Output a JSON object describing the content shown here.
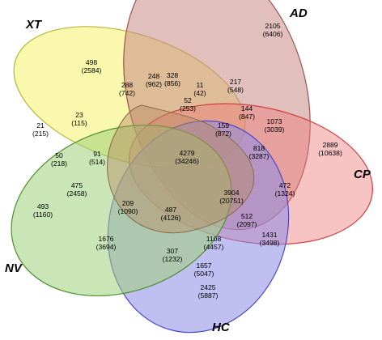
{
  "sets": [
    {
      "key": "XT",
      "label": "XT",
      "fill": "#f4f26a",
      "stroke": "#b7b43a"
    },
    {
      "key": "AD",
      "label": "AD",
      "fill": "#c98b85",
      "stroke": "#a0524c"
    },
    {
      "key": "CP",
      "label": "CP",
      "fill": "#ee7a7a",
      "stroke": "#d23e3e"
    },
    {
      "key": "HC",
      "label": "HC",
      "fill": "#8c8ae8",
      "stroke": "#4b48c8"
    },
    {
      "key": "NV",
      "label": "NV",
      "fill": "#9ed07a",
      "stroke": "#4e8f2e"
    },
    {
      "key": "center",
      "fill": "#d7b18a",
      "stroke": "#a17b55"
    }
  ],
  "regions": [
    {
      "name": "xt-only",
      "count": "498",
      "total": "(2584)"
    },
    {
      "name": "ad-only",
      "count": "2105",
      "total": "(6406)"
    },
    {
      "name": "xt-ad",
      "count": "328",
      "total": "(856)"
    },
    {
      "name": "r288",
      "count": "288",
      "total": "(742)"
    },
    {
      "name": "r248",
      "count": "248",
      "total": "(962)"
    },
    {
      "name": "r11",
      "count": "11",
      "total": "(42)"
    },
    {
      "name": "r217",
      "count": "217",
      "total": "(548)"
    },
    {
      "name": "r52",
      "count": "52",
      "total": "(253)"
    },
    {
      "name": "r144",
      "count": "144",
      "total": "(847)"
    },
    {
      "name": "r1073",
      "count": "1073",
      "total": "(3039)"
    },
    {
      "name": "r21",
      "count": "21",
      "total": "(215)"
    },
    {
      "name": "r23",
      "count": "23",
      "total": "(115)"
    },
    {
      "name": "r159",
      "count": "159",
      "total": "(872)"
    },
    {
      "name": "r818",
      "count": "818",
      "total": "(3287)"
    },
    {
      "name": "r50",
      "count": "50",
      "total": "(218)"
    },
    {
      "name": "r91",
      "count": "91",
      "total": "(514)"
    },
    {
      "name": "r4279",
      "count": "4279",
      "total": "(34246)"
    },
    {
      "name": "cp-only",
      "count": "2889",
      "total": "(10638)"
    },
    {
      "name": "r475",
      "count": "475",
      "total": "(2458)"
    },
    {
      "name": "r472",
      "count": "472",
      "total": "(1324)"
    },
    {
      "name": "r3904",
      "count": "3904",
      "total": "(20751)"
    },
    {
      "name": "nv-only",
      "count": "493",
      "total": "(1160)"
    },
    {
      "name": "r209",
      "count": "209",
      "total": "(1090)"
    },
    {
      "name": "r487",
      "count": "487",
      "total": "(4126)"
    },
    {
      "name": "r512",
      "count": "512",
      "total": "(2097)"
    },
    {
      "name": "r1108",
      "count": "1108",
      "total": "(4457)"
    },
    {
      "name": "r1431",
      "count": "1431",
      "total": "(3498)"
    },
    {
      "name": "r1676",
      "count": "1676",
      "total": "(3694)"
    },
    {
      "name": "r307",
      "count": "307",
      "total": "(1232)"
    },
    {
      "name": "r1657",
      "count": "1657",
      "total": "(5047)"
    },
    {
      "name": "hc-only",
      "count": "2425",
      "total": "(5887)"
    }
  ]
}
